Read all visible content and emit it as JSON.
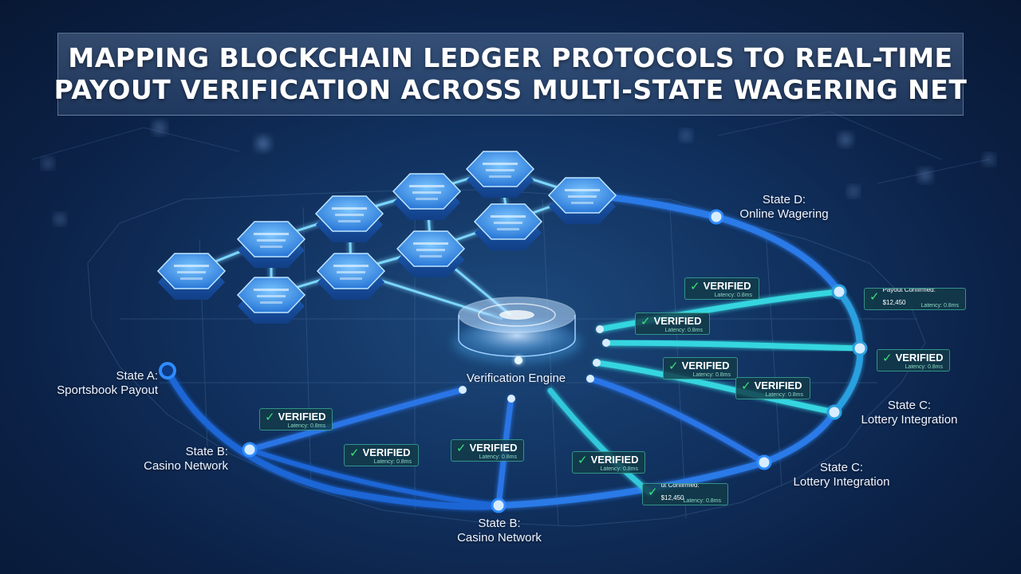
{
  "title": {
    "line1": "MAPPING BLOCKCHAIN LEDGER PROTOCOLS TO REAL-TIME",
    "line2": "PAYOUT VERIFICATION ACROSS MULTI-STATE WAGERING NET"
  },
  "engine_label": "Verification Engine",
  "states": {
    "a": {
      "name": "State A:",
      "desc": "Sportsbook Payout"
    },
    "b_left": {
      "name": "State B:",
      "desc": "Casino Network"
    },
    "b_bottom": {
      "name": "State B:",
      "desc": "Casino Network"
    },
    "c_right": {
      "name": "State C:",
      "desc": "Lottery Integration"
    },
    "c_lower": {
      "name": "State C:",
      "desc": "Lottery Integration"
    },
    "d": {
      "name": "State D:",
      "desc": "Online Wagering"
    }
  },
  "badges": [
    {
      "text": "VERIFIED",
      "sub": "Latency: 0.8ms"
    },
    {
      "text": "VERIFIED",
      "sub": "Latency: 0.8ms"
    },
    {
      "text": "VERIFIED",
      "sub": "Latency: 0.8ms"
    },
    {
      "text": "VERIFIED",
      "sub": "Latency: 0.8ms"
    },
    {
      "text": "VERIFIED",
      "sub": "Latency: 0.8ms"
    },
    {
      "text": "VERIFIED",
      "sub": "Latency: 0.8ms"
    },
    {
      "text": "VERIFIED",
      "sub": "Latency: 0.8ms"
    },
    {
      "text": "VERIFIED",
      "sub": "Latency: 0.8ms"
    },
    {
      "text": "VERIFIED",
      "sub": "Latency: 0.8ms"
    },
    {
      "text": "Payout Confirmed: $12,450",
      "sub": "Latency: 0.8ms"
    },
    {
      "text": "ut Confirmed: $12,450",
      "sub": "Latency: 0.8ms"
    }
  ],
  "colors": {
    "accent": "#2f8cff",
    "cyan": "#35d6e0",
    "verified_green": "#38e07a"
  }
}
